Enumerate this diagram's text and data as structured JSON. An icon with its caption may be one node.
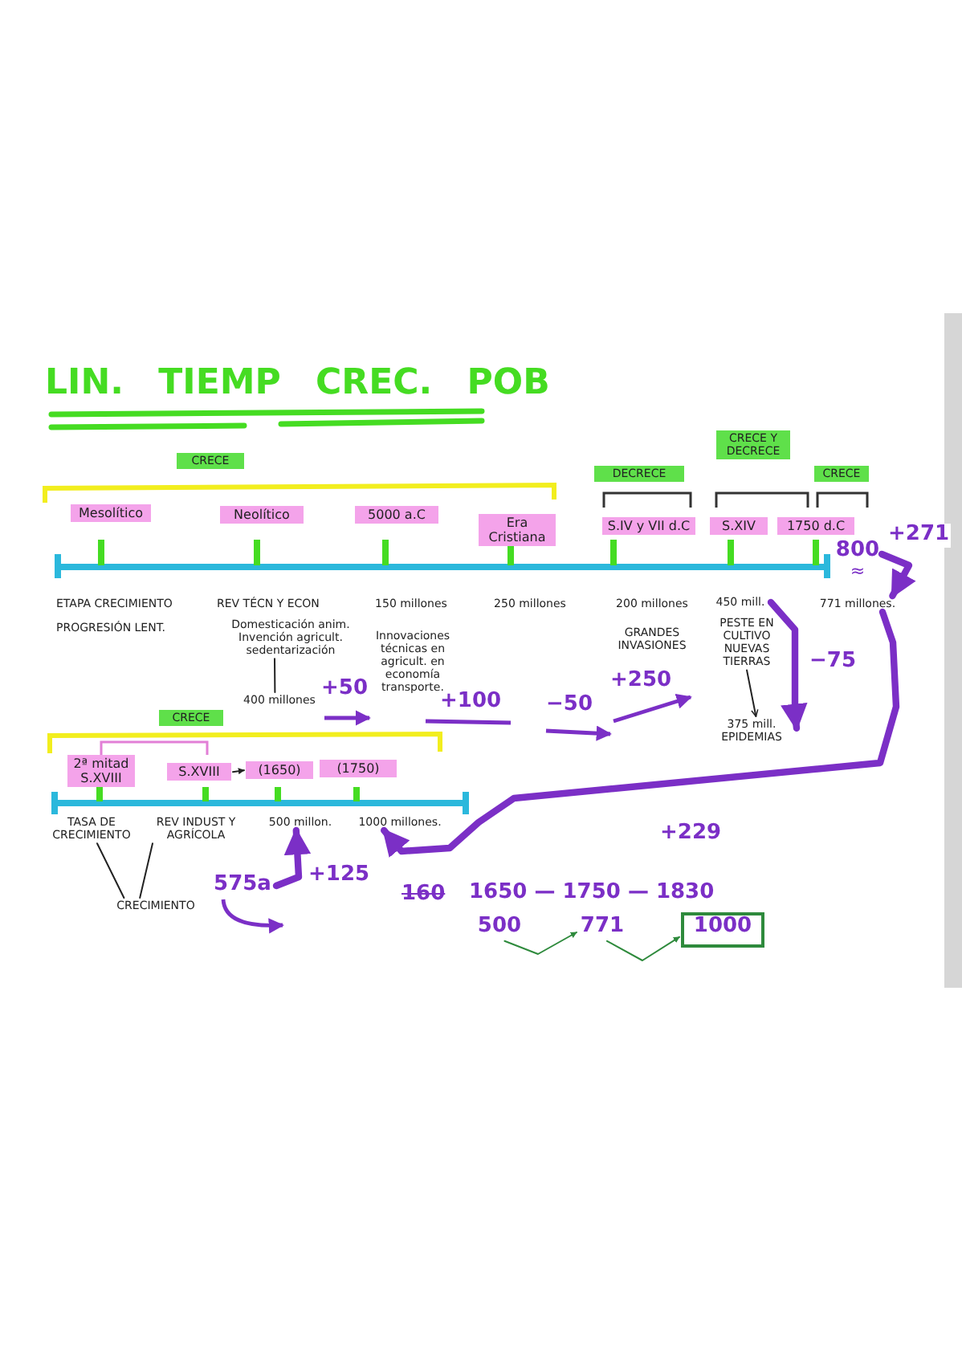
{
  "diagram": {
    "title": "LIN. TIEMP CREC. POB",
    "nodes": [
      {
        "text": [
          "CRECE"
        ]
      },
      {
        "text": [
          "DECRECE"
        ]
      },
      {
        "text": [
          "CRECE Y DECRECE"
        ]
      },
      {
        "text": [
          "CRECE"
        ]
      },
      {
        "text": [
          "Mesolítico"
        ]
      },
      {
        "text": [
          "Neolítico"
        ]
      },
      {
        "text": [
          "5000 a.C"
        ]
      },
      {
        "text": [
          "Era Cristiana"
        ]
      },
      {
        "text": [
          "S.IV y VII d.C"
        ]
      },
      {
        "text": [
          "S.XIV"
        ]
      },
      {
        "text": [
          "1750 d.C"
        ]
      },
      {
        "text": [
          "CRECE"
        ]
      },
      {
        "text": [
          "2ª mitad S.XVIII"
        ]
      },
      {
        "text": [
          "S.XVIII"
        ]
      },
      {
        "text": [
          "(1650)"
        ]
      },
      {
        "text": [
          "(1750)"
        ]
      },
      {
        "text": [
          "400 millones"
        ]
      },
      {
        "text": [
          "150 millones"
        ]
      },
      {
        "text": [
          "250 millones"
        ]
      },
      {
        "text": [
          "200 millones"
        ]
      },
      {
        "text": [
          "450 mill."
        ]
      },
      {
        "text": [
          "375 mill.",
          "EPIDEMIAS"
        ]
      },
      {
        "text": [
          "771 millones."
        ]
      },
      {
        "text": [
          "800"
        ]
      },
      {
        "text": [
          "1000 millones."
        ]
      },
      {
        "text": [
          "500 millon."
        ]
      },
      {
        "text": [
          "575a"
        ]
      },
      {
        "text": [
          "PESTE EN CULTIVO NUEVAS TIERRAS"
        ]
      },
      {
        "text": [
          "TASA DE CRECIMIENTO"
        ]
      },
      {
        "text": [
          "CRECIMIENTO"
        ]
      },
      {
        "text": [
          "500"
        ]
      },
      {
        "text": [
          "771"
        ]
      },
      {
        "text": [
          "1000"
        ]
      },
      {
        "text": [
          "Domesticación anim. Invención agricult. sedentarización"
        ]
      },
      {
        "text": [
          "REV INDUST Y AGRÍCOLA"
        ]
      }
    ],
    "edges": [
      {
        "from": 20,
        "to": 21,
        "arrow": "to",
        "label": "−75",
        "style": "thick",
        "color": "#7b2fc6"
      },
      {
        "from": 27,
        "to": 21,
        "arrow": "to"
      },
      {
        "from": 23,
        "to": 22,
        "arrow": "to",
        "label": "+271",
        "style": "thick",
        "color": "#7b2fc6"
      },
      {
        "from": 22,
        "to": 24,
        "arrow": "to",
        "label": "+229",
        "style": "thick",
        "color": "#7b2fc6"
      },
      {
        "from": 26,
        "to": 25,
        "arrow": "to",
        "label": "+125",
        "style": "thick",
        "color": "#7b2fc6"
      },
      {
        "from": 28,
        "to": 29,
        "arrow": "none"
      },
      {
        "from": 34,
        "to": 29,
        "arrow": "none"
      },
      {
        "from": 33,
        "to": 16,
        "arrow": "none"
      },
      {
        "from": 13,
        "to": 14,
        "arrow": "to"
      },
      {
        "from": 30,
        "to": 31,
        "arrow": "to",
        "color": "#2e8a3c"
      },
      {
        "from": 31,
        "to": 32,
        "arrow": "to",
        "color": "#2e8a3c"
      }
    ],
    "labels": [
      "ETAPA CRECIMIENTO",
      "PROGRESIÓN LENT.",
      "REV TÉCN Y ECON",
      "Innovaciones técnicas en agricult. en economía transporte.",
      "GRANDES INVASIONES",
      "≈",
      "+50",
      "+100",
      "−50",
      "+250",
      "160",
      "1650 — 1750 — 1830"
    ]
  }
}
